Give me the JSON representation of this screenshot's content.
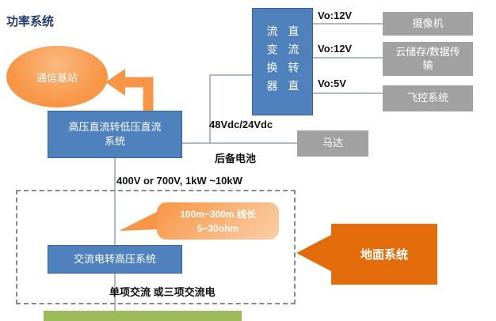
{
  "title": "功率系统",
  "diagram": {
    "base_station": "通信基站",
    "hv_to_lv": "高压直流转低压直流系统",
    "dc_dc_columns": [
      "直流转直",
      "流变换器"
    ],
    "outputs": [
      {
        "voltage": "Vo:12V",
        "device": "摄像机"
      },
      {
        "voltage": "Vo:12V",
        "device": "云储存/数据传输"
      },
      {
        "voltage": "Vo:5V",
        "device": "飞控系统"
      }
    ],
    "bus_label": "48Vdc/24Vdc",
    "backup_battery": "后备电池",
    "motor": "马达",
    "hv_line_label": "400V or 700V, 1kW ~10kW",
    "callout": {
      "line1": "100m~300m 线长",
      "line2": "5~30ohm"
    },
    "ac_to_hv": "交流电转高压系统",
    "ac_note": "单项交流 或三项交流电",
    "ground_system": "地面系统"
  },
  "colors": {
    "blue_box": "#4f81bd",
    "gray_box": "#a1a1a1",
    "orange": "#f79646",
    "dark_orange": "#e36c0a",
    "green_bar": "#9bbb59",
    "title_text": "#1f3c6e",
    "wire": "#93a3ba"
  }
}
